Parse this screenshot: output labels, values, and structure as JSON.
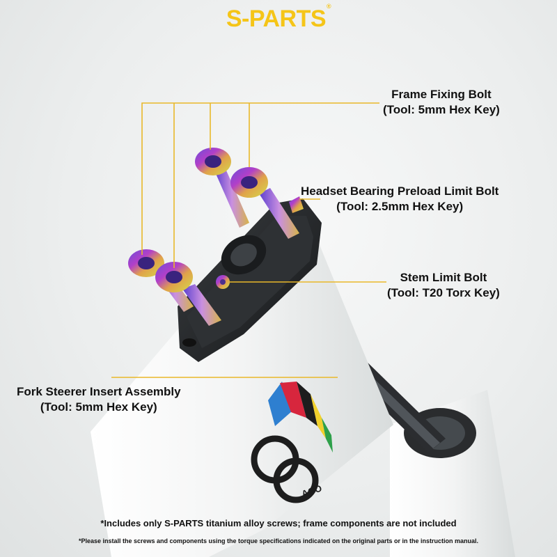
{
  "brand": {
    "name": "S-PARTS",
    "mark": "®",
    "color": "#f5c518"
  },
  "callouts": {
    "frame_fixing": {
      "title": "Frame Fixing Bolt",
      "tool": "(Tool: 5mm Hex Key)"
    },
    "headset_preload": {
      "title": "Headset Bearing Preload Limit Bolt",
      "tool": "(Tool: 2.5mm Hex Key)"
    },
    "stem_limit": {
      "title": "Stem Limit Bolt",
      "tool": "(Tool: T20 Torx Key)"
    },
    "fork_insert": {
      "title": "Fork Steerer Insert Assembly",
      "tool": "(Tool: 5mm Hex Key)"
    }
  },
  "decal_text": "AGO",
  "notes": {
    "included": "*Includes only S-PARTS titanium alloy screws; frame components are not included",
    "install": "*Please install the screws and components using the torque specifications indicated on the original parts or in the instruction manual."
  },
  "colors": {
    "leader_line": "#e9b829",
    "text": "#111111",
    "background": "#eceeee"
  }
}
